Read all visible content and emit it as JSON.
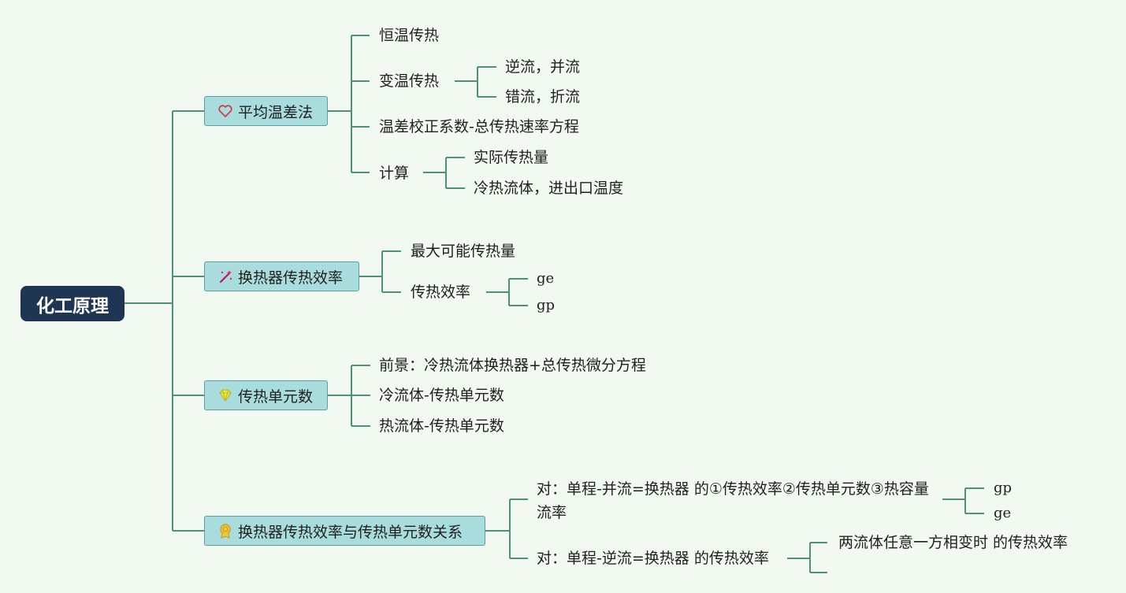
{
  "root": "化工原理",
  "branches": [
    {
      "label": "平均温差法",
      "icon": "heart-icon",
      "children": [
        "恒温传热",
        {
          "label": "变温传热",
          "children": [
            "逆流，并流",
            "错流，折流"
          ]
        },
        "温差校正系数-总传热速率方程",
        {
          "label": "计算",
          "children": [
            "实际传热量",
            "冷热流体，进出口温度"
          ]
        }
      ]
    },
    {
      "label": "换热器传热效率",
      "icon": "magic-wand-icon",
      "children": [
        "最大可能传热量",
        {
          "label": "传热效率",
          "children": [
            "ge",
            "gp"
          ]
        }
      ]
    },
    {
      "label": "传热单元数",
      "icon": "gem-icon",
      "children": [
        "前景：冷热流体换热器+总传热微分方程",
        "冷流体-传热单元数",
        "热流体-传热单元数"
      ]
    },
    {
      "label": "换热器传热效率与传热单元数关系",
      "icon": "award-icon",
      "children": [
        {
          "label": "对：单程-并流=换热器 的①传热效率②传热单元数③热容量流率",
          "children": [
            "gp",
            "ge"
          ]
        },
        {
          "label": "对：单程-逆流=换热器 的传热效率",
          "children": [
            "两流体任意一方相变时 的传热效率"
          ]
        }
      ]
    }
  ]
}
